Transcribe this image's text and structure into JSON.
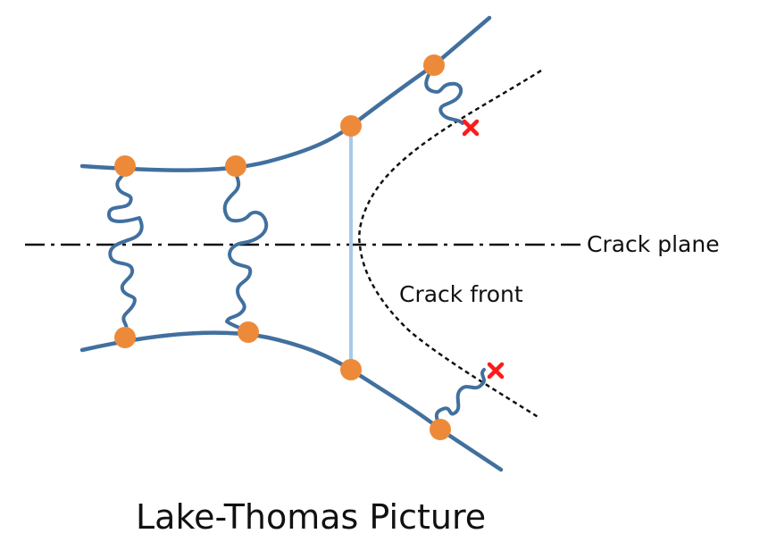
{
  "labels": {
    "crack_plane": "Crack plane",
    "crack_front": "Crack front",
    "title": "Lake-Thomas Picture"
  },
  "colors": {
    "chain_line": "#41709f",
    "node": "#ed8a3a",
    "bridge": "#a8c9e8",
    "crack": "#111111",
    "broken": "#ff1a1a"
  }
}
